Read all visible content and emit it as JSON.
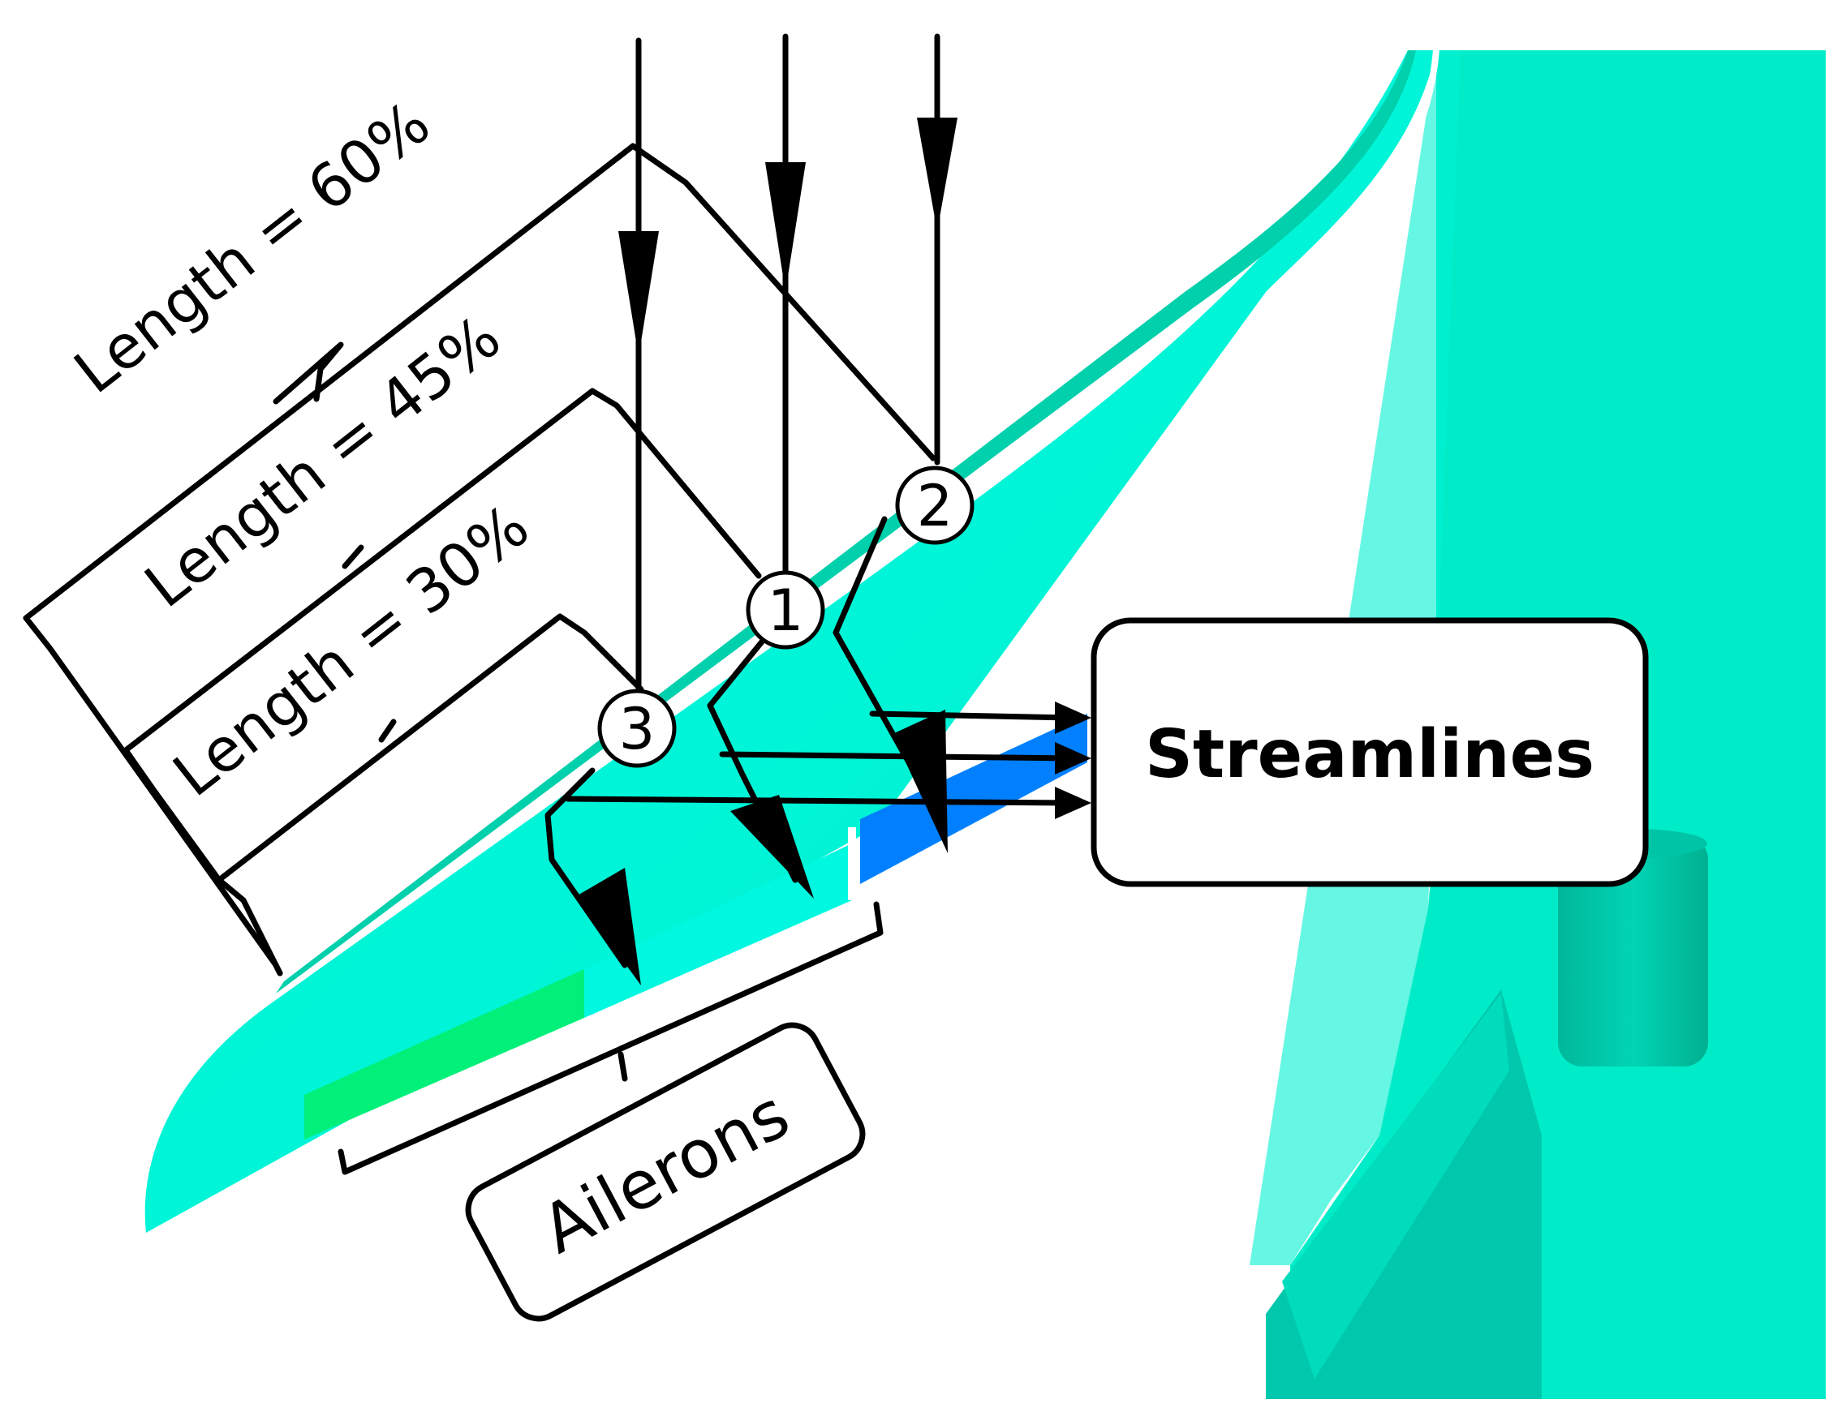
{
  "labels": {
    "length_60": "Length = 60%",
    "length_45": "Length = 45%",
    "length_30": "Length = 30%",
    "streamlines": "Streamlines",
    "ailerons": "Ailerons",
    "marker_1": "1",
    "marker_2": "2",
    "marker_3": "3"
  },
  "colors": {
    "wing_surface": "#00f2cc",
    "fuselage": "#00e8c8",
    "nacelle": "#00c8a8",
    "engine_shadow": "#00b898",
    "aileron_green": "#00f07a",
    "aileron_light": "#00f8e0",
    "aileron_blue": "#0080ff",
    "annotation": "#000000",
    "background": "#ffffff"
  }
}
